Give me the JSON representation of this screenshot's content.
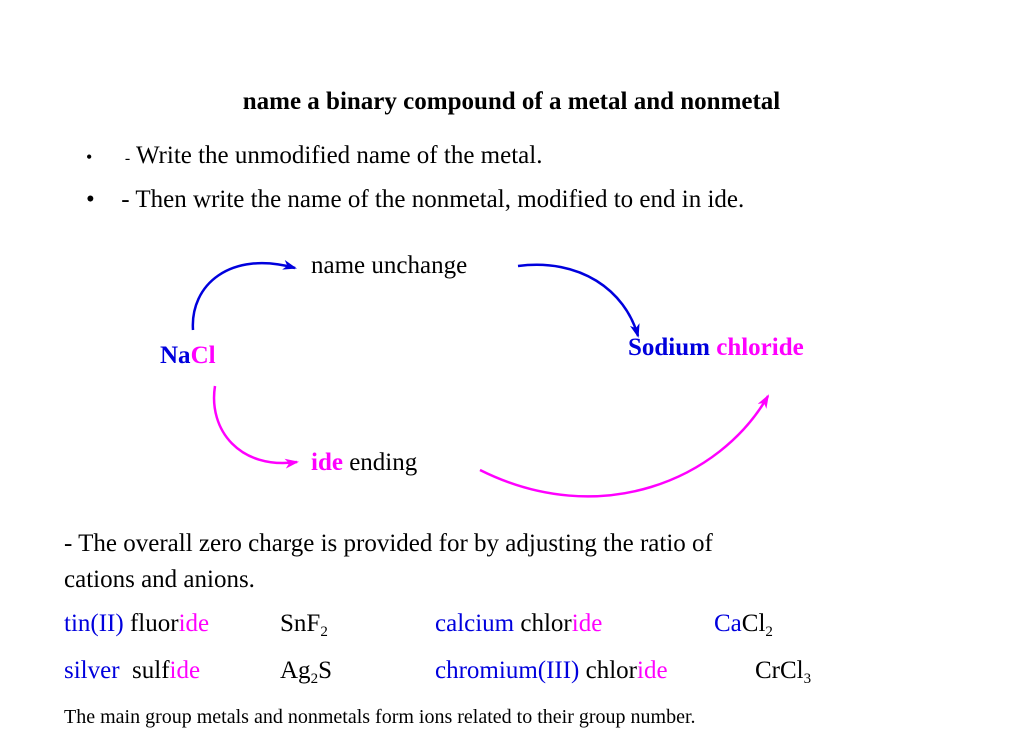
{
  "title": "name a binary compound of a metal and nonmetal",
  "bullets": [
    {
      "marker": "•",
      "dash": "-",
      "text": "Write the unmodified name of the metal."
    },
    {
      "marker": "•",
      "dash": "-",
      "text": "Then write the name of the nonmetal, modified to end in ide."
    }
  ],
  "diagram": {
    "formula_metal": "Na",
    "formula_nonmetal": "Cl",
    "top_label": "name unchange",
    "bottom_label_suffix": "ide",
    "bottom_label_rest": "ending",
    "result_metal": "Sodium",
    "result_nonmetal": "chloride",
    "colors": {
      "metal": "#0000dd",
      "nonmetal": "#ff00ff"
    }
  },
  "paragraph": {
    "line1": "- The overall zero charge is provided for by adjusting the ratio of",
    "line2": "cations and anions."
  },
  "examples": [
    {
      "cation": "tin(II)",
      "anion_stem": "fluor",
      "suffix": "ide",
      "f1": "SnF",
      "s1": "2",
      "f2": ""
    },
    {
      "cation": "calcium",
      "anion_stem": "chlor",
      "suffix": "ide",
      "f1": "Ca",
      "s1": "",
      "f2": "Cl",
      "s2": "2"
    },
    {
      "cation": "silver",
      "anion_stem": "sulf",
      "suffix": "ide",
      "f1": "Ag",
      "s1": "2",
      "f2": "S"
    },
    {
      "cation": "chromium(III)",
      "anion_stem": "chlor",
      "suffix": "ide",
      "f1": "CrCl",
      "s1": "3",
      "f2": ""
    }
  ],
  "footnote": "The main group metals and nonmetals form ions related to their group number."
}
